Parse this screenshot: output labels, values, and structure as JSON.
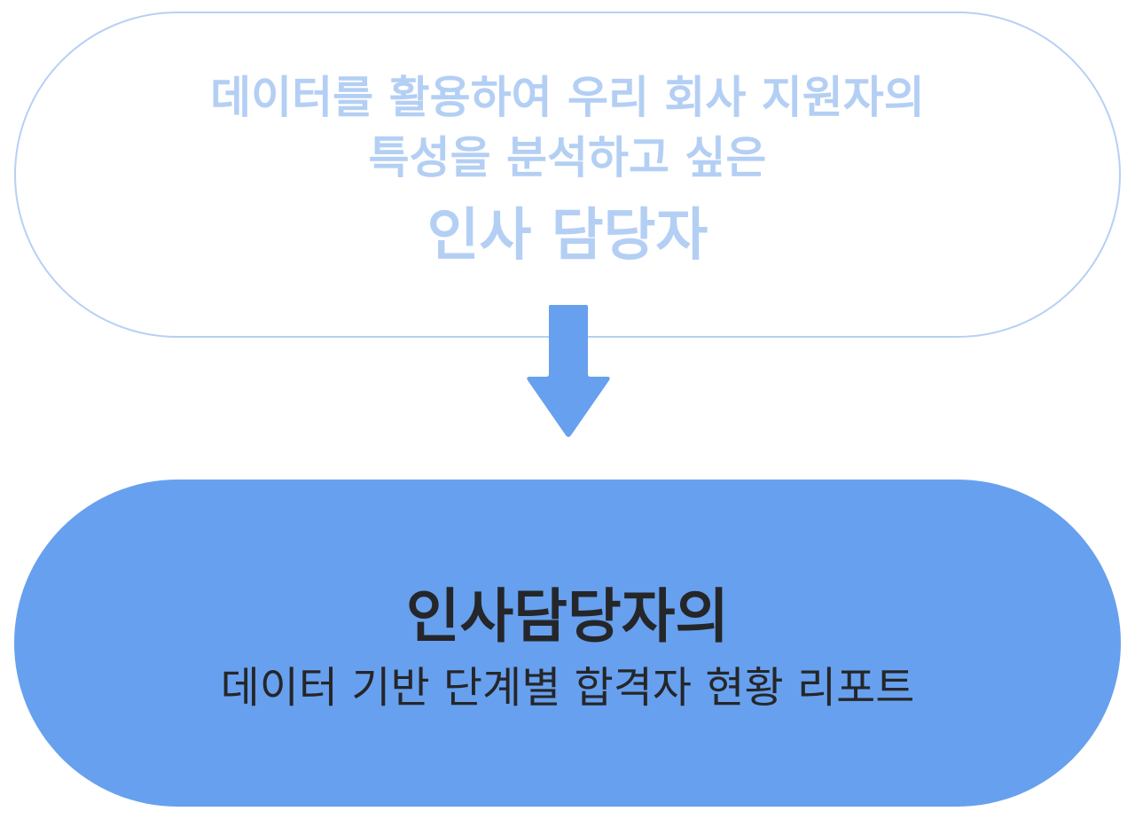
{
  "top_box": {
    "line1": "데이터를 활용하여 우리 회사 지원자의",
    "line2": "특성을 분석하고 싶은",
    "title": "인사 담당자"
  },
  "bottom_box": {
    "title": "인사담당자의",
    "subtitle": "데이터 기반 단계별 합격자 현황 리포트"
  },
  "colors": {
    "top_border": "#b7d0f4",
    "top_text": "#b4cff4",
    "arrow": "#67a0ee",
    "bottom_fill": "#67a0ee",
    "bottom_text": "#252629"
  },
  "icons": {
    "arrow": "arrow-down-icon"
  }
}
